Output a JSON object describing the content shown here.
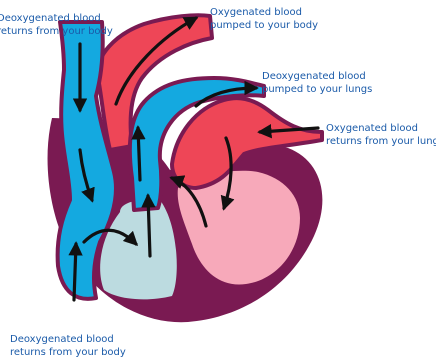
{
  "labels": {
    "top_left": [
      "Deoxygenated blood",
      "returns from your body"
    ],
    "top_center": [
      "Oxygenated blood",
      "pumped to your body"
    ],
    "right_upper": [
      "Deoxygenated blood",
      "pumped to your lungs"
    ],
    "right_lower": [
      "Oxygenated blood",
      "returns from your lungs"
    ],
    "bottom_left": [
      "Deoxygenated blood",
      "returns from your body"
    ]
  },
  "colors": {
    "label_text": "#1b5ba9",
    "outline": "#7a1a52",
    "deoxygenated_vessel": "#14a9e0",
    "oxygenated_vessel": "#ee4657",
    "right_ventricle": "#bcdbe0",
    "left_ventricle": "#f7a9ba",
    "arrow": "#111111"
  }
}
